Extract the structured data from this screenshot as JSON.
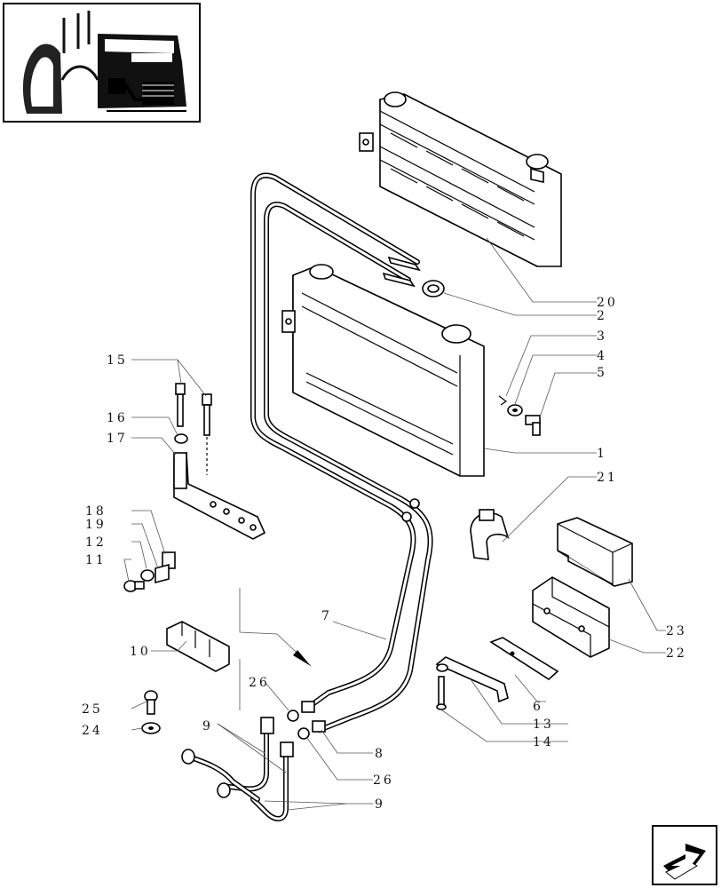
{
  "labels": {
    "l1": "1",
    "l2": "2",
    "l3": "3",
    "l4": "4",
    "l5": "5",
    "l6": "6",
    "l7": "7",
    "l8": "8",
    "l9a": "9",
    "l9b": "9",
    "l10": "10",
    "l11": "11",
    "l12": "12",
    "l13": "13",
    "l14": "14",
    "l15": "15",
    "l16": "16",
    "l17": "17",
    "l18": "18",
    "l19": "19",
    "l20": "20",
    "l21": "21",
    "l22": "22",
    "l23": "23",
    "l24": "24",
    "l25": "25",
    "l26a": "26",
    "l26b": "26"
  },
  "icons": {
    "thumbnail": "tractor-location-thumbnail-icon",
    "nav": "next-page-arrow-icon"
  }
}
